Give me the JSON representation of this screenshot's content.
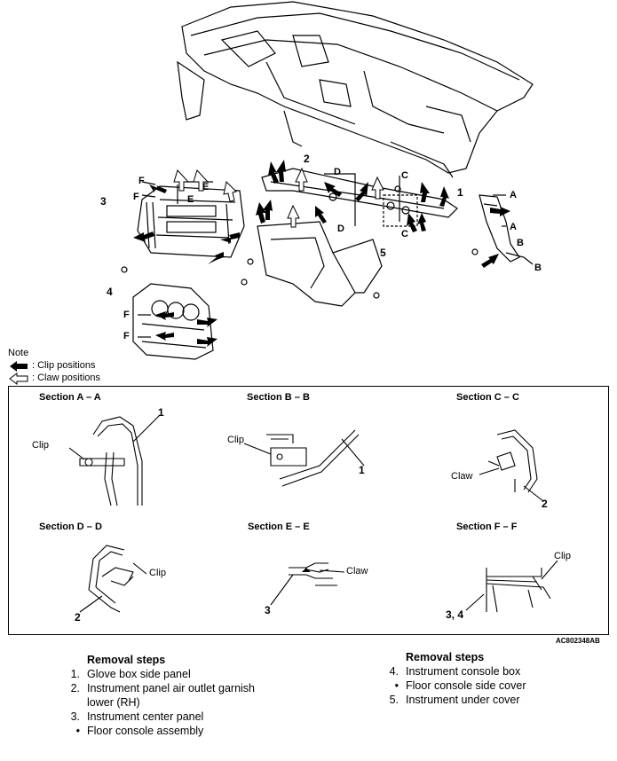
{
  "exploded_view": {
    "callouts": {
      "n1": "1",
      "n2": "2",
      "n3": "3",
      "n4": "4",
      "n5": "5",
      "a_top": "A",
      "a_bot": "A",
      "b_top": "B",
      "b_bot": "B",
      "c_top": "C",
      "c_bot": "C",
      "d_top": "D",
      "d_bot": "D",
      "e_top": "E",
      "e_bot": "E",
      "f1": "F",
      "f2": "F",
      "f3": "F",
      "f4": "F"
    }
  },
  "note": {
    "title": "Note",
    "clip_legend": ": Clip positions",
    "claw_legend": ": Claw positions"
  },
  "sections": [
    {
      "title": "Section A – A",
      "labels": [
        "Clip",
        "1"
      ]
    },
    {
      "title": "Section B – B",
      "labels": [
        "Clip",
        "1"
      ]
    },
    {
      "title": "Section C – C",
      "labels": [
        "Claw",
        "2"
      ]
    },
    {
      "title": "Section D – D",
      "labels": [
        "Clip",
        "2"
      ]
    },
    {
      "title": "Section E – E",
      "labels": [
        "Claw",
        "3"
      ]
    },
    {
      "title": "Section F – F",
      "labels": [
        "Clip",
        "3, 4"
      ]
    }
  ],
  "figure_code": "AC802348AB",
  "removal_left": {
    "heading": "Removal steps",
    "items": [
      {
        "num": "1.",
        "text": "Glove box side panel"
      },
      {
        "num": "2.",
        "text": "Instrument panel air outlet garnish"
      },
      {
        "num": "",
        "text": "lower (RH)"
      },
      {
        "num": "3.",
        "text": "Instrument center panel"
      },
      {
        "num": "•",
        "text": "Floor console assembly"
      }
    ]
  },
  "removal_right": {
    "heading": "Removal steps",
    "items": [
      {
        "num": "4.",
        "text": "Instrument console box"
      },
      {
        "num": "•",
        "text": "Floor console side cover"
      },
      {
        "num": "5.",
        "text": "Instrument under cover"
      }
    ]
  }
}
